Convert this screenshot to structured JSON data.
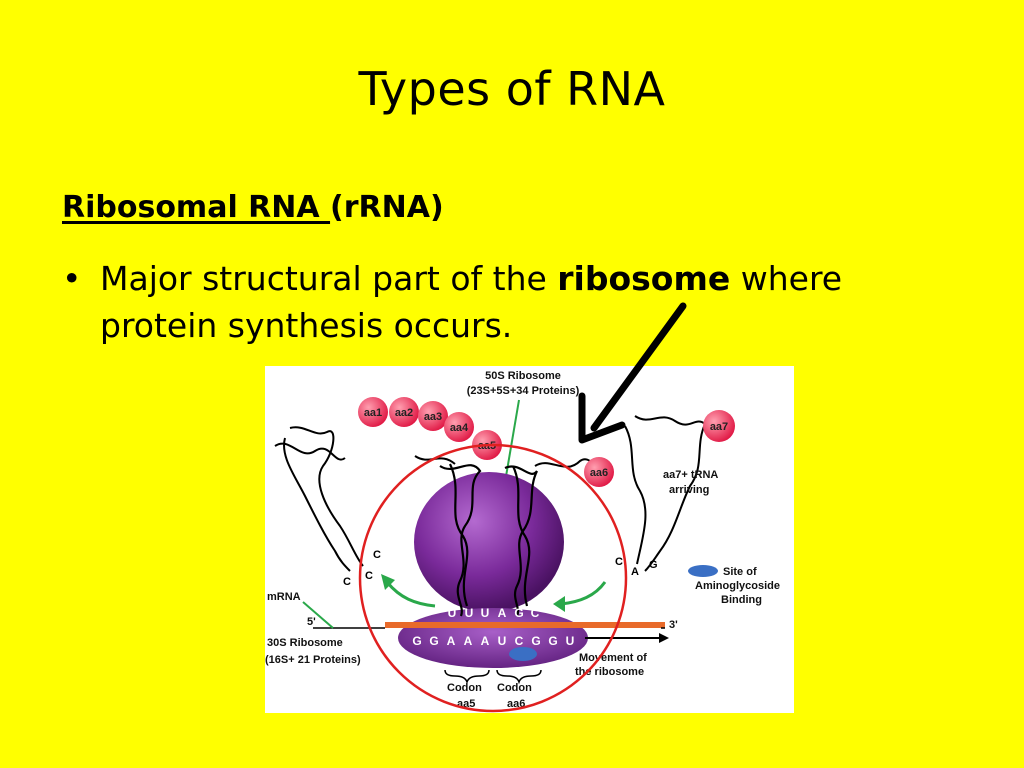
{
  "slide": {
    "title": "Types of RNA",
    "subheading_underlined": "Ribosomal RNA ",
    "subheading_rest": "(rRNA)",
    "bullet_symbol": "•",
    "bullet_part1": "Major structural part of the ",
    "bullet_bold": "ribosome",
    "bullet_part2": " where protein synthesis occurs."
  },
  "diagram": {
    "label_50s_line1": "50S Ribosome",
    "label_50s_line2": "(23S+5S+34 Proteins)",
    "aa_labels": [
      "aa1",
      "aa2",
      "aa3",
      "aa4",
      "aa5",
      "aa6",
      "aa7"
    ],
    "trna_arriving_line1": "aa7+ tRNA",
    "trna_arriving_line2": "arriving",
    "site_line1": "Site of",
    "site_line2": "Aminoglycoside",
    "site_line3": "Binding",
    "mrna_label": "mRNA",
    "five_prime": "5'",
    "three_prime": "3'",
    "label_30s_line1": "30S Ribosome",
    "label_30s_line2": "(16S+ 21 Proteins)",
    "anticodons": [
      "U",
      "U",
      "U",
      "A",
      "G",
      "C"
    ],
    "mrna_bases": [
      "G",
      "G",
      "A",
      "A",
      "A",
      "U",
      "C",
      "G",
      "G",
      "U"
    ],
    "movement_line1": "Movement of",
    "movement_line2": "the ribosome",
    "codon1": "Codon",
    "codon2": "Codon",
    "codon1_aa": "aa5",
    "codon2_aa": "aa6",
    "cca_left": [
      "C",
      "C",
      "C"
    ],
    "cca_right": [
      "C",
      "A",
      "G"
    ]
  }
}
